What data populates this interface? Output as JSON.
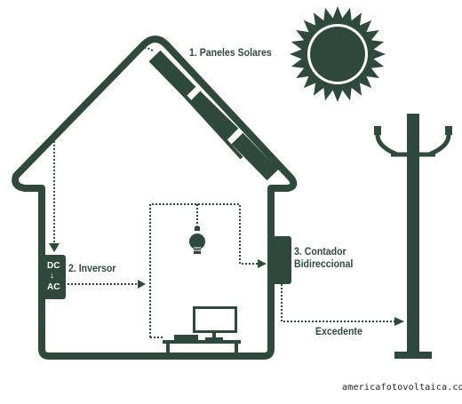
{
  "labels": {
    "panels": "1. Paneles Solares",
    "inverter": "2. Inversor",
    "meter_line1": "3. Contador",
    "meter_line2": "Bidireccional",
    "excess": "Excedente"
  },
  "inverter": {
    "top": "DC",
    "arrow": "↓",
    "bottom": "AC"
  },
  "credit": "americafotovoltaica.com",
  "colors": {
    "primary": "#2f4a3d",
    "background": "#ffffff"
  }
}
